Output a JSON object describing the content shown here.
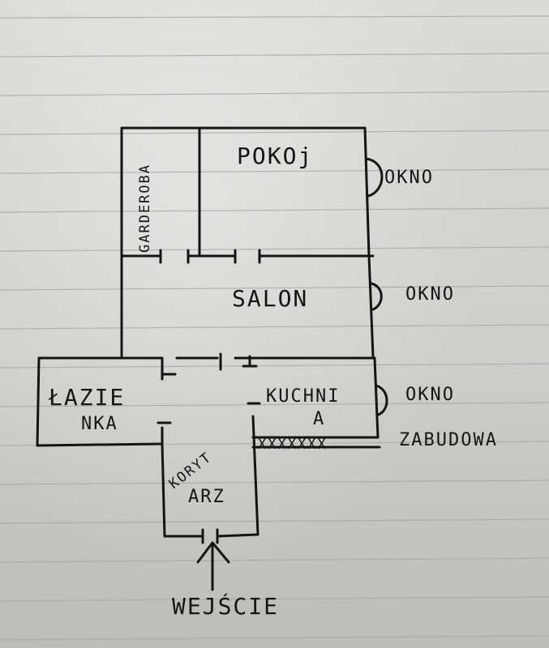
{
  "rooms": {
    "pokoj": "POKOj",
    "garderoba": "GARDEROBA",
    "salon": "SALON",
    "lazienka_1": "ŁAZIE",
    "lazienka_2": "NKA",
    "kuchnia_1": "KUCHNI",
    "kuchnia_2": "A",
    "korytarz_1": "KORYT",
    "korytarz_2": "ARZ"
  },
  "windows": {
    "pokoj": "OKNO",
    "salon": "OKNO",
    "kuchnia": "OKNO"
  },
  "kitchen_counter": {
    "marks": "XXXXXXX",
    "label": "ZABUDOWA"
  },
  "entrance": "WEJŚCIE"
}
